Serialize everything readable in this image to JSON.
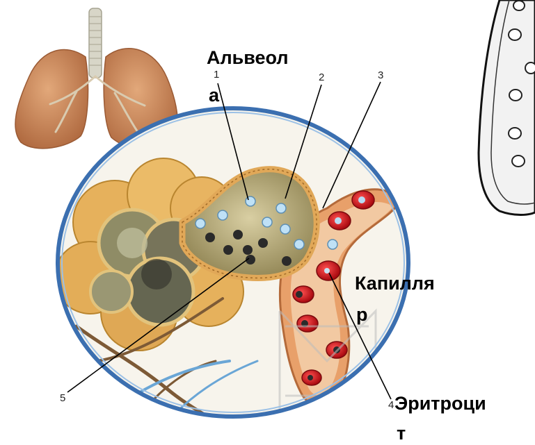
{
  "labels": {
    "alveola_line1": "Альвеол",
    "alveola_line2": "а",
    "capillary_line1": "Капилля",
    "capillary_line2": "р",
    "erythrocyte_line1": "Эритроци",
    "erythrocyte_line2": "т"
  },
  "numbers": {
    "n1": "1",
    "n2": "2",
    "n3": "3",
    "n4": "4",
    "n5": "5"
  },
  "colors": {
    "circle_border": "#3b6fb0",
    "lung": "#c98a5e",
    "alveolus_fill": "#c8b98a",
    "alveolus_wall": "#e6b36a",
    "capillary": "#d68a5a",
    "erythrocyte": "#c8181e",
    "oxygen": "#a9d3ef",
    "co2": "#2b2b2b",
    "vein": "#6aa6d6"
  }
}
